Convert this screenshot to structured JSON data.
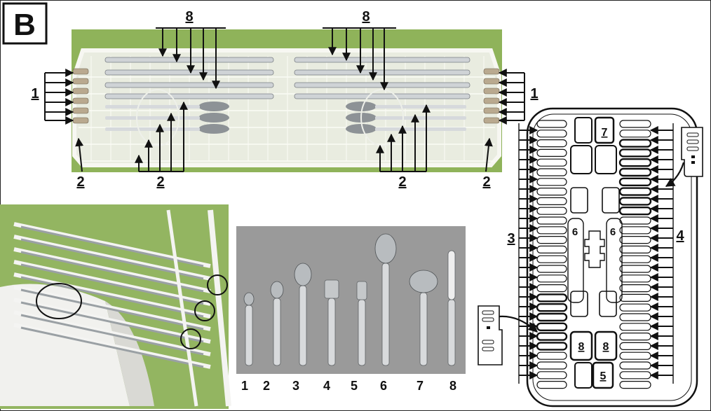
{
  "panel_letter": "B",
  "top_photo": {
    "labels": {
      "left_top_8": "8",
      "right_top_8": "8",
      "left_side_1": "1",
      "right_side_1": "1",
      "left_corner_2": "2",
      "left_center_2": "2",
      "right_center_2": "2",
      "right_corner_2": "2"
    }
  },
  "cutlery_photo": {
    "numbers": [
      "1",
      "2",
      "3",
      "4",
      "5",
      "6",
      "7",
      "8"
    ]
  },
  "basket_diagram": {
    "labels": {
      "top_7": "7",
      "left_side_3": "3",
      "right_side_4": "4",
      "slot_left_6": "6",
      "slot_right_6": "6",
      "bottom_left_8": "8",
      "bottom_right_8": "8",
      "bottom_5": "5"
    }
  },
  "colors": {
    "green_background": "#8fb35a",
    "rack_white": "#f4f4ee",
    "photo_gray": "#9a9a9a",
    "arrow": "#111111"
  }
}
